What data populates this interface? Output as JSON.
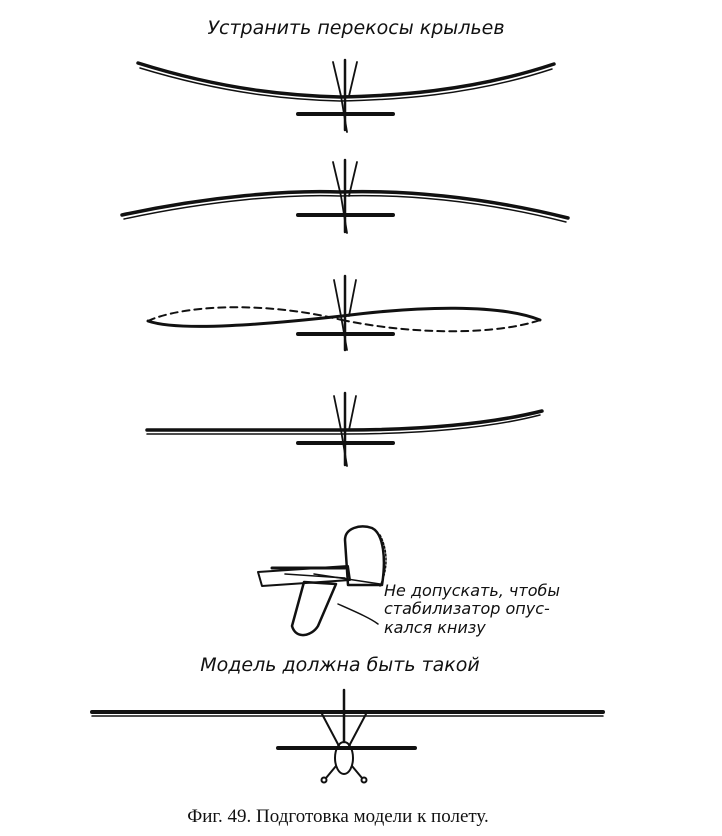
{
  "labels": {
    "top_title": "Устранить перекосы крыльев",
    "note_line1": "Не допускать, чтобы",
    "note_line2": "стабилизатор опус-",
    "note_line3": "кался книзу",
    "model_title": "Модель должна быть такой"
  },
  "caption": "Фиг. 49. Подготовка модели к полету.",
  "colors": {
    "ink": "#111111",
    "paper": "#ffffff"
  }
}
